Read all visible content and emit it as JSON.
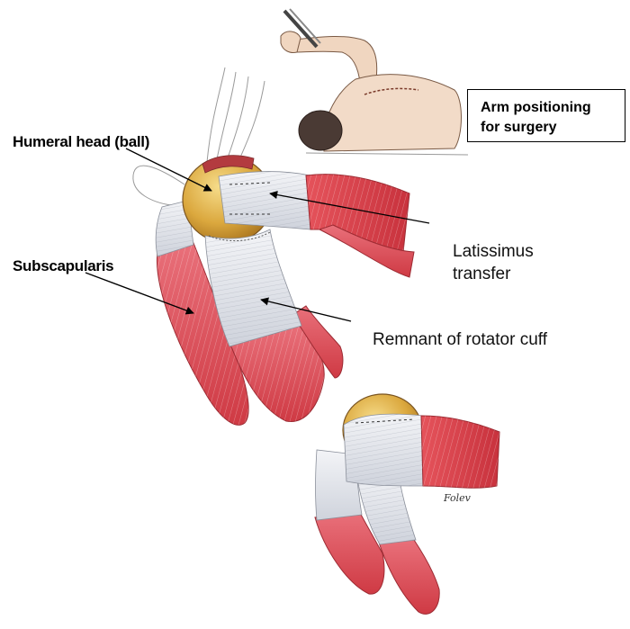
{
  "labels": {
    "humeral_head": "Humeral head (ball)",
    "subscapularis": "Subscapularis",
    "latissimus": "Latissimus\ntransfer",
    "remnant": "Remnant of rotator cuff",
    "arm_positioning": "Arm positioning\nfor surgery"
  },
  "signature": "Folev",
  "colors": {
    "muscle": "#d8444e",
    "tendon": "#e6e8ee",
    "bone": "#d9a93c",
    "skin": "#f1d7c2",
    "background": "#ffffff"
  }
}
